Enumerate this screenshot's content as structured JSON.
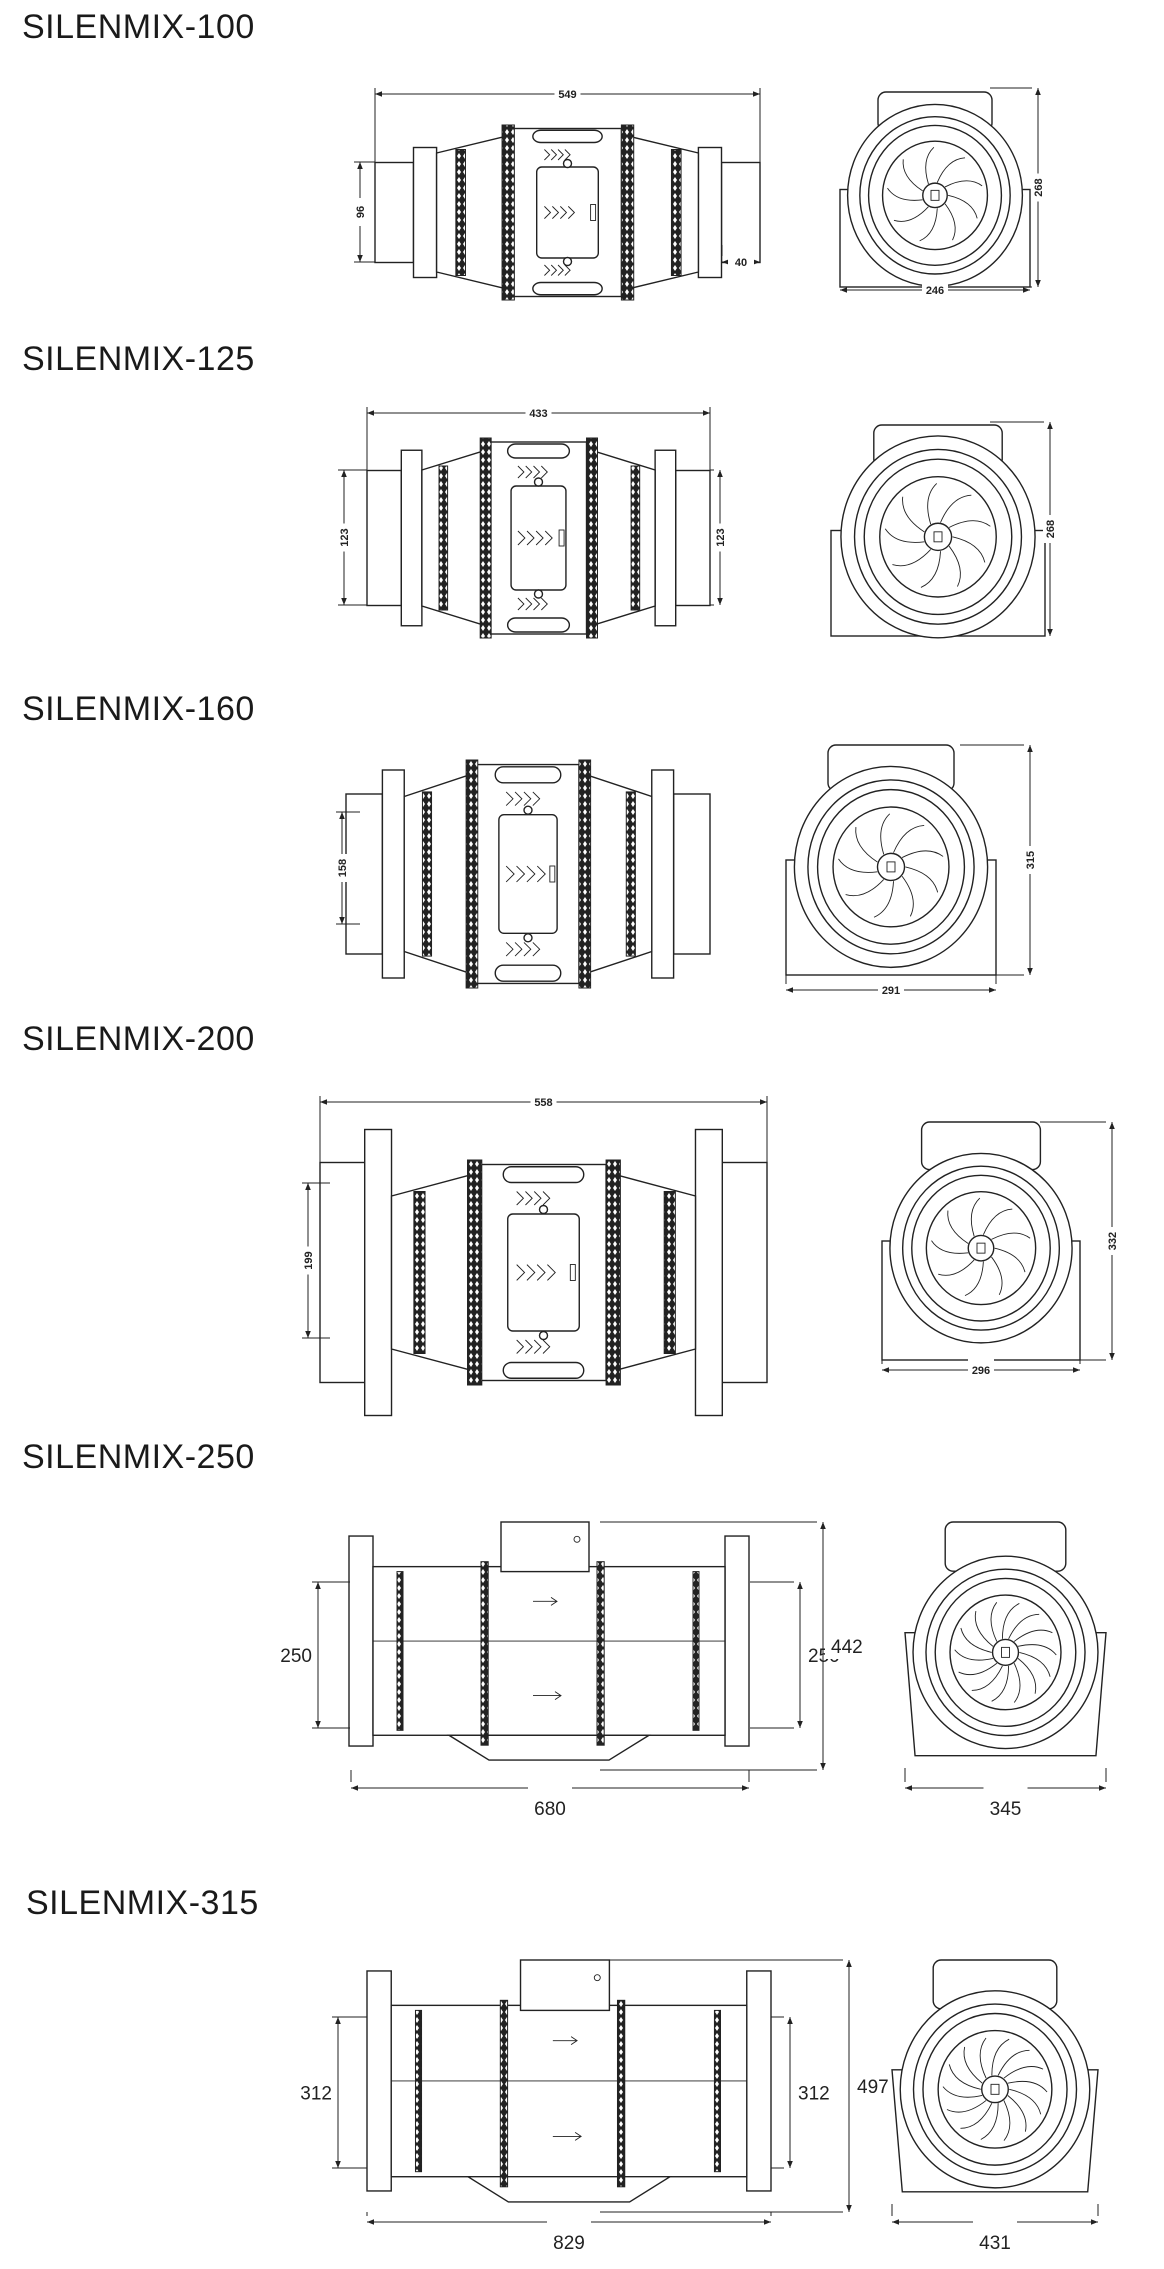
{
  "sections": [
    {
      "title": "SILENMIX-100",
      "dims": {
        "length": "549",
        "duct": "96",
        "spigot": "40",
        "height": "268",
        "width": "246"
      }
    },
    {
      "title": "SILENMIX-125",
      "dims": {
        "length": "433",
        "duct_in": "123",
        "duct_out": "123",
        "height": "268"
      }
    },
    {
      "title": "SILENMIX-160",
      "dims": {
        "duct": "158",
        "height": "315",
        "width": "291"
      }
    },
    {
      "title": "SILENMIX-200",
      "dims": {
        "length": "558",
        "duct": "199",
        "height": "332",
        "width": "296"
      }
    },
    {
      "title": "SILENMIX-250",
      "dims": {
        "duct_in": "250",
        "duct_out": "250",
        "height": "442",
        "length": "680",
        "width": "345"
      }
    },
    {
      "title": "SILENMIX-315",
      "dims": {
        "duct_in": "312",
        "duct_out": "312",
        "height": "497",
        "length": "829",
        "width": "431"
      }
    }
  ]
}
